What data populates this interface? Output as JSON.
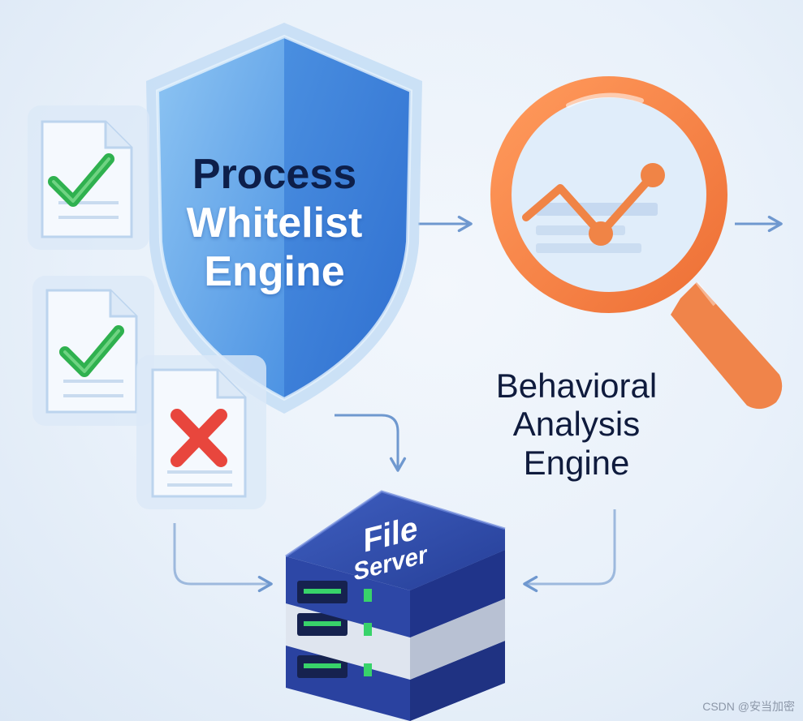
{
  "diagram": {
    "whitelist_engine": {
      "line1": "Process",
      "line2": "Whitelist",
      "line3": "Engine"
    },
    "behavior_engine": {
      "line1": "Behavioral",
      "line2": "Analysis",
      "line3": "Engine"
    },
    "file_server": {
      "line1": "File",
      "line2": "Server"
    },
    "documents": [
      {
        "status": "allowed",
        "icon": "checkmark-icon"
      },
      {
        "status": "allowed",
        "icon": "checkmark-icon"
      },
      {
        "status": "blocked",
        "icon": "cross-icon"
      }
    ],
    "colors": {
      "shield_blue": "#3d86dd",
      "magnifier_orange": "#f0844a",
      "server_navy": "#2c449a",
      "check_green": "#2fb14f",
      "cross_red": "#e8463d",
      "arrow_blue": "#6f98cf"
    }
  },
  "watermark": "CSDN @安当加密"
}
